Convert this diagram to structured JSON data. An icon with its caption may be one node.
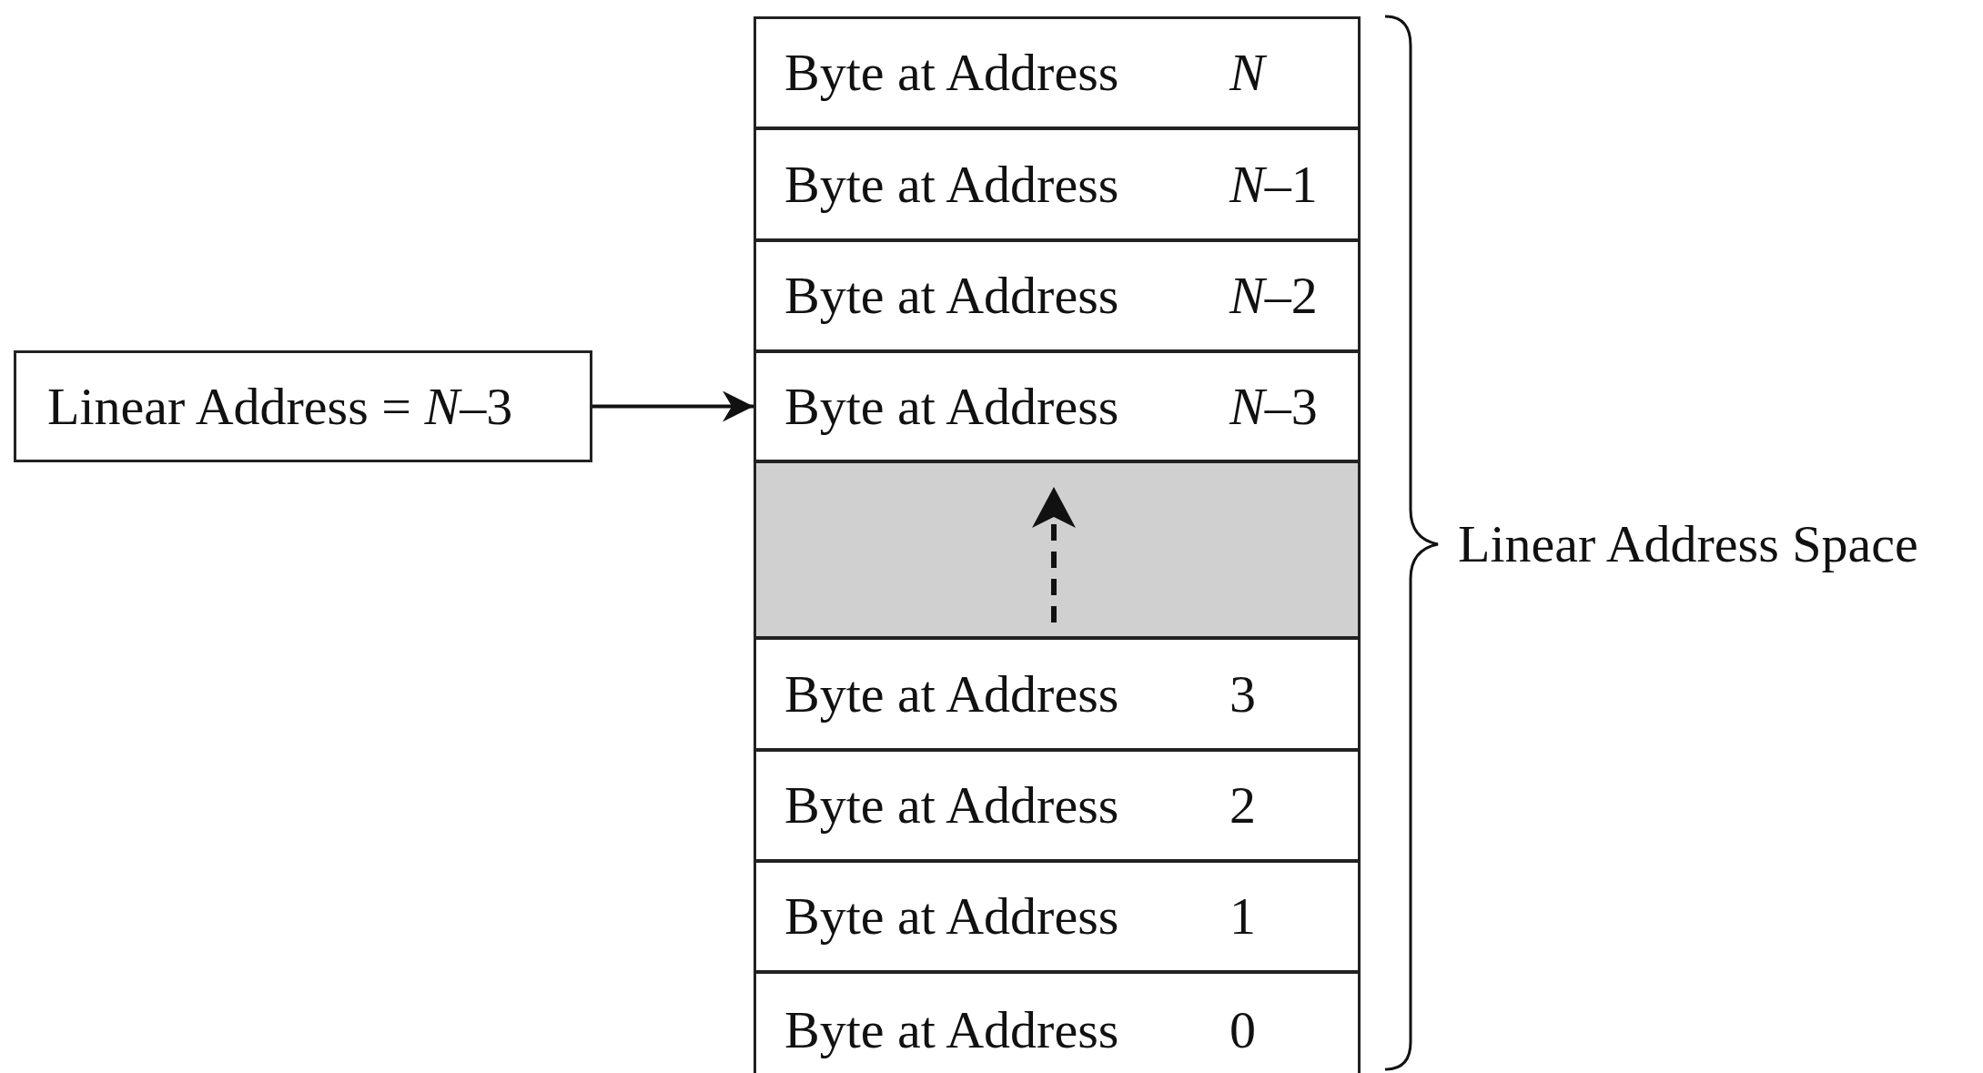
{
  "diagram": {
    "nodes": [
      {
        "text": [
          "Byte at Address",
          "*N*"
        ]
      },
      {
        "text": [
          "Byte at Address",
          "*N*–1"
        ]
      },
      {
        "text": [
          "Byte at Address",
          "*N*–2"
        ]
      },
      {
        "text": [
          "Linear Address = *N*–3"
        ]
      },
      {
        "text": [
          "Byte at Address",
          "*N*–3"
        ]
      },
      {
        "text": [],
        "shape": "box"
      },
      {
        "text": [
          "Byte at Address",
          "3"
        ]
      },
      {
        "text": [
          "Byte at Address",
          "2"
        ]
      },
      {
        "text": [
          "Byte at Address",
          "1"
        ]
      },
      {
        "text": [
          "Byte at Address",
          "0"
        ]
      }
    ],
    "edges": [
      {
        "from": 3,
        "to": 4,
        "arrow": "to"
      }
    ],
    "labels": [
      "Linear Address Space"
    ]
  }
}
